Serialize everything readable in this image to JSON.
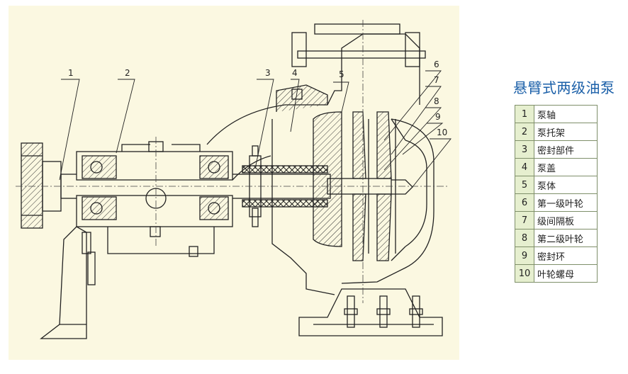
{
  "title": "悬臂式两级油泵",
  "callouts": [
    "1",
    "2",
    "3",
    "4",
    "5",
    "6",
    "7",
    "8",
    "9",
    "10"
  ],
  "parts": [
    {
      "num": "1",
      "name": "泵轴"
    },
    {
      "num": "2",
      "name": "泵托架"
    },
    {
      "num": "3",
      "name": "密封部件"
    },
    {
      "num": "4",
      "name": "泵盖"
    },
    {
      "num": "5",
      "name": "泵体"
    },
    {
      "num": "6",
      "name": "第一级叶轮"
    },
    {
      "num": "7",
      "name": "级间隔板"
    },
    {
      "num": "8",
      "name": "第二级叶轮"
    },
    {
      "num": "9",
      "name": "密封环"
    },
    {
      "num": "10",
      "name": "叶轮螺母"
    }
  ],
  "colors": {
    "panel": "#fbf8e1",
    "title": "#1a5fa8",
    "table_num_bg": "#e6efcf",
    "table_border": "#7f8f6a"
  }
}
